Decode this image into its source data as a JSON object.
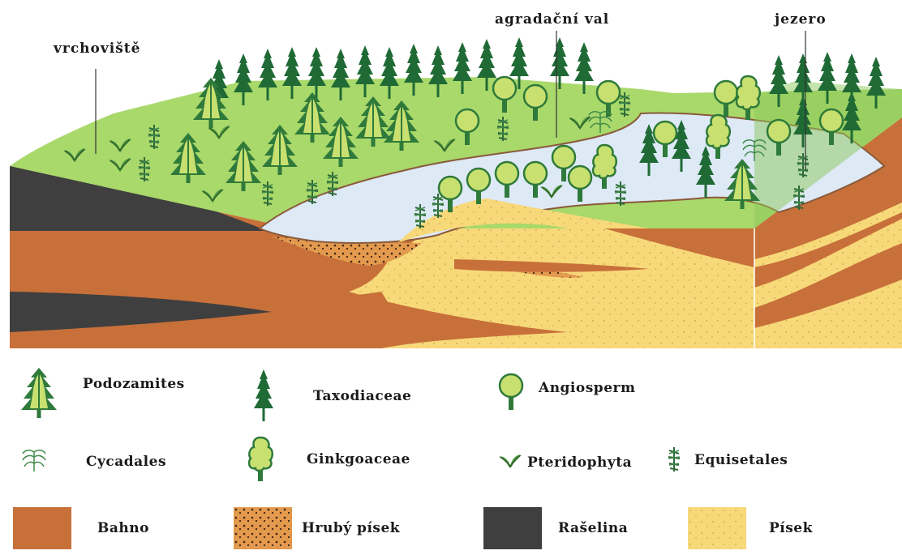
{
  "callouts": {
    "raised_bog": "vrchoviště",
    "levee": "agradační val",
    "lake": "jezero"
  },
  "legend": {
    "plants": [
      {
        "label": "Podozamites",
        "icon": "podozamites-icon"
      },
      {
        "label": "Taxodiaceae",
        "icon": "taxodiaceae-icon"
      },
      {
        "label": "Angiosperm",
        "icon": "angiosperm-icon"
      },
      {
        "label": "Cycadales",
        "icon": "cycadales-icon"
      },
      {
        "label": "Ginkgoaceae",
        "icon": "ginkgoaceae-icon"
      },
      {
        "label": "Pteridophyta",
        "icon": "pteridophyta-icon"
      },
      {
        "label": "Equisetales",
        "icon": "equisetales-icon"
      }
    ],
    "sediments": [
      {
        "label": "Bahno",
        "color": "#c8703a"
      },
      {
        "label": "Hrubý písek",
        "color": "#e39a4e"
      },
      {
        "label": "Rašelina",
        "color": "#3f3f3f"
      },
      {
        "label": "Písek",
        "color": "#f7d97a"
      }
    ]
  },
  "colors": {
    "grass": "#a9d86b",
    "water": "#dde9f5",
    "mud": "#c8703a",
    "sand": "#f7d97a",
    "peat": "#3f3f3f",
    "tree_dark": "#2f7a3a",
    "tree_light": "#c8e070"
  }
}
